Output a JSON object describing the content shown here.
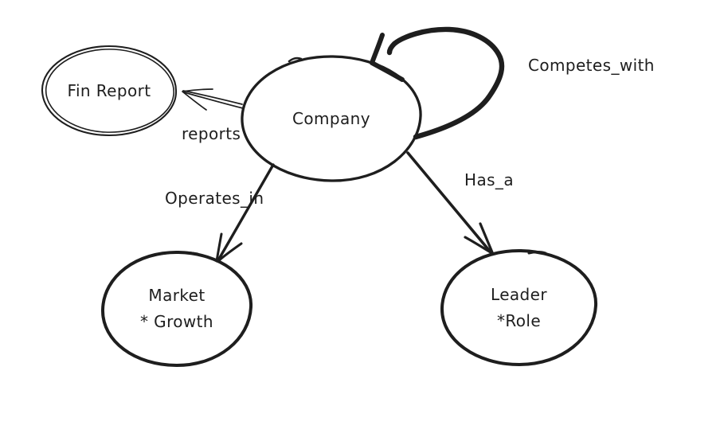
{
  "diagram": {
    "type": "hand-drawn-graph",
    "colors": {
      "stroke": "#1e1e1e",
      "background": "#ffffff"
    },
    "nodes": {
      "fin_report": {
        "label": "Fin Report",
        "shape": "ellipse"
      },
      "company": {
        "label": "Company",
        "shape": "ellipse"
      },
      "market": {
        "line1": "Market",
        "line2": "* Growth",
        "shape": "ellipse"
      },
      "leader": {
        "line1": "Leader",
        "line2": "*Role",
        "shape": "ellipse"
      }
    },
    "edges": {
      "reports": {
        "label": "reports",
        "from": "Company",
        "to": "Fin Report",
        "style": "double-line-arrow"
      },
      "competes_with": {
        "label": "Competes_with",
        "from": "Company",
        "to": "Company",
        "style": "self-loop-arrow"
      },
      "operates_in": {
        "label": "Operates_in",
        "from": "Company",
        "to": "Market",
        "style": "arrow"
      },
      "has_a": {
        "label": "Has_a",
        "from": "Company",
        "to": "Leader",
        "style": "arrow"
      }
    }
  }
}
